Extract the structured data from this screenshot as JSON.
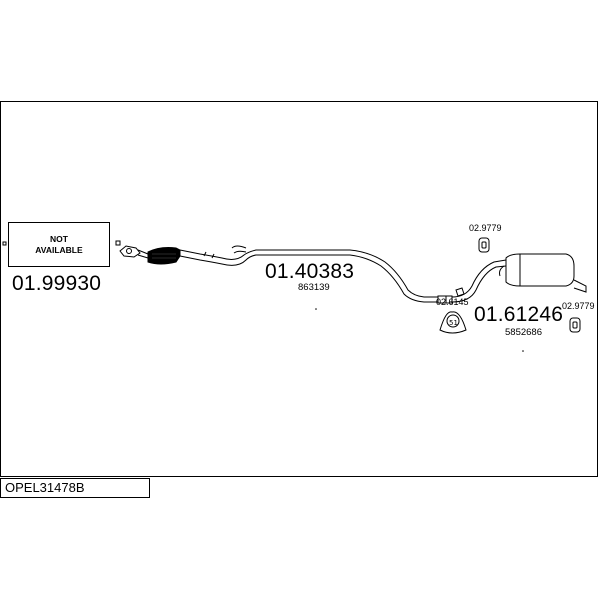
{
  "catalog_code": "OPEL31478B",
  "not_available": {
    "line1": "NOT",
    "line2": "AVAILABLE"
  },
  "parts": {
    "front_pipe": {
      "number": "01.99930"
    },
    "middle_section": {
      "number": "01.40383",
      "oe_number": "863139"
    },
    "rear_silencer": {
      "number": "01.61246",
      "oe_number": "5852686"
    },
    "rubber_mount_a": {
      "number": "02.9779"
    },
    "rubber_mount_b": {
      "number": "02.9779"
    },
    "clamp_mount": {
      "number": "02.6145",
      "marking": "51"
    }
  }
}
